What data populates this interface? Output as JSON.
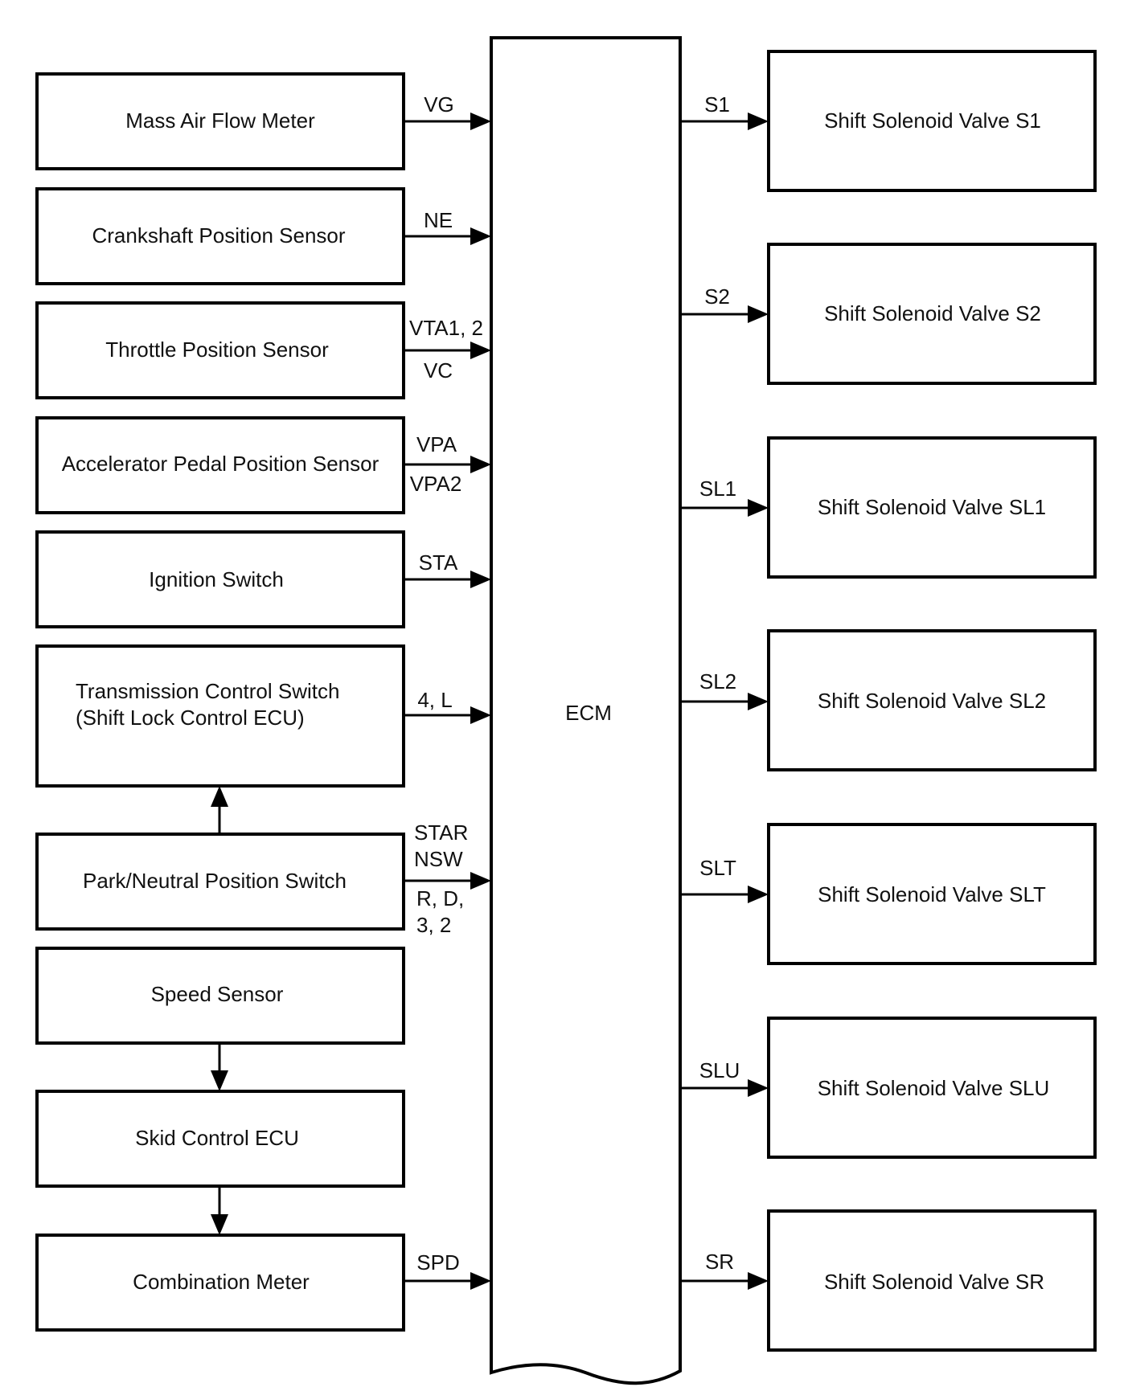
{
  "inputs": {
    "mass_air_flow_meter": "Mass Air Flow Meter",
    "crankshaft_position_sensor": "Crankshaft Position Sensor",
    "throttle_position_sensor": "Throttle Position Sensor",
    "accelerator_pedal_position_sensor": "Accelerator Pedal Position Sensor",
    "ignition_switch": "Ignition Switch",
    "transmission_control_switch_line1": "Transmission Control Switch",
    "transmission_control_switch_line2": "(Shift Lock Control ECU)",
    "park_neutral_position_switch": "Park/Neutral Position Switch",
    "speed_sensor": "Speed Sensor",
    "skid_control_ecu": "Skid Control ECU",
    "combination_meter": "Combination Meter"
  },
  "input_signals": {
    "vg": "VG",
    "ne": "NE",
    "vta": "VTA1, 2",
    "vc": "VC",
    "vpa": "VPA",
    "vpa2": "VPA2",
    "sta": "STA",
    "four_l": "4, L",
    "star": "STAR",
    "nsw": "NSW",
    "rd": "R, D,",
    "three_two": "3, 2",
    "spd": "SPD"
  },
  "ecm": {
    "label": "ECM"
  },
  "outputs": {
    "s1": "Shift Solenoid Valve S1",
    "s2": "Shift Solenoid Valve S2",
    "sl1": "Shift Solenoid Valve SL1",
    "sl2": "Shift Solenoid Valve SL2",
    "slt": "Shift Solenoid Valve SLT",
    "slu": "Shift Solenoid Valve SLU",
    "sr": "Shift Solenoid Valve SR"
  },
  "output_signals": {
    "s1": "S1",
    "s2": "S2",
    "sl1": "SL1",
    "sl2": "SL2",
    "slt": "SLT",
    "slu": "SLU",
    "sr": "SR"
  }
}
